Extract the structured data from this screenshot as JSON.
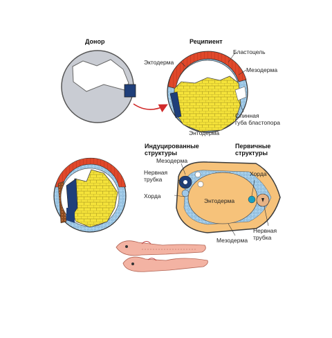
{
  "headings": {
    "donor": "Донор",
    "recipient": "Реципиент",
    "induced": "Индуцированные\nструктуры",
    "primary": "Первичные\nструктуры"
  },
  "labels": {
    "ectoderm": "Эктодерма",
    "blastocoel": "Бластоцель",
    "mesoderm_top": "Мезодерма",
    "lip": "Слинная\nгуба бластопора",
    "endoderm_top": "Энтодерма",
    "mesoderm_ind": "Мезодерма",
    "neural_tube_ind": "Нервная\nтрубка",
    "chorda_ind": "Хорда",
    "endoderm_center": "Энтодерма",
    "chorda_prim": "Хорда",
    "neural_tube_prim": "Нервная\nтрубка",
    "mesoderm_bottom": "Мезодерма"
  },
  "colors": {
    "ectoderm": "#e0482a",
    "mesoderm": "#9fc8e8",
    "endoderm": "#f5e33a",
    "lip": "#1f3f7a",
    "donor_gray": "#c9ccd3",
    "yolk": "#f6c27a",
    "arrow": "#d12a2a",
    "tadpole": "#f3b3a3"
  }
}
